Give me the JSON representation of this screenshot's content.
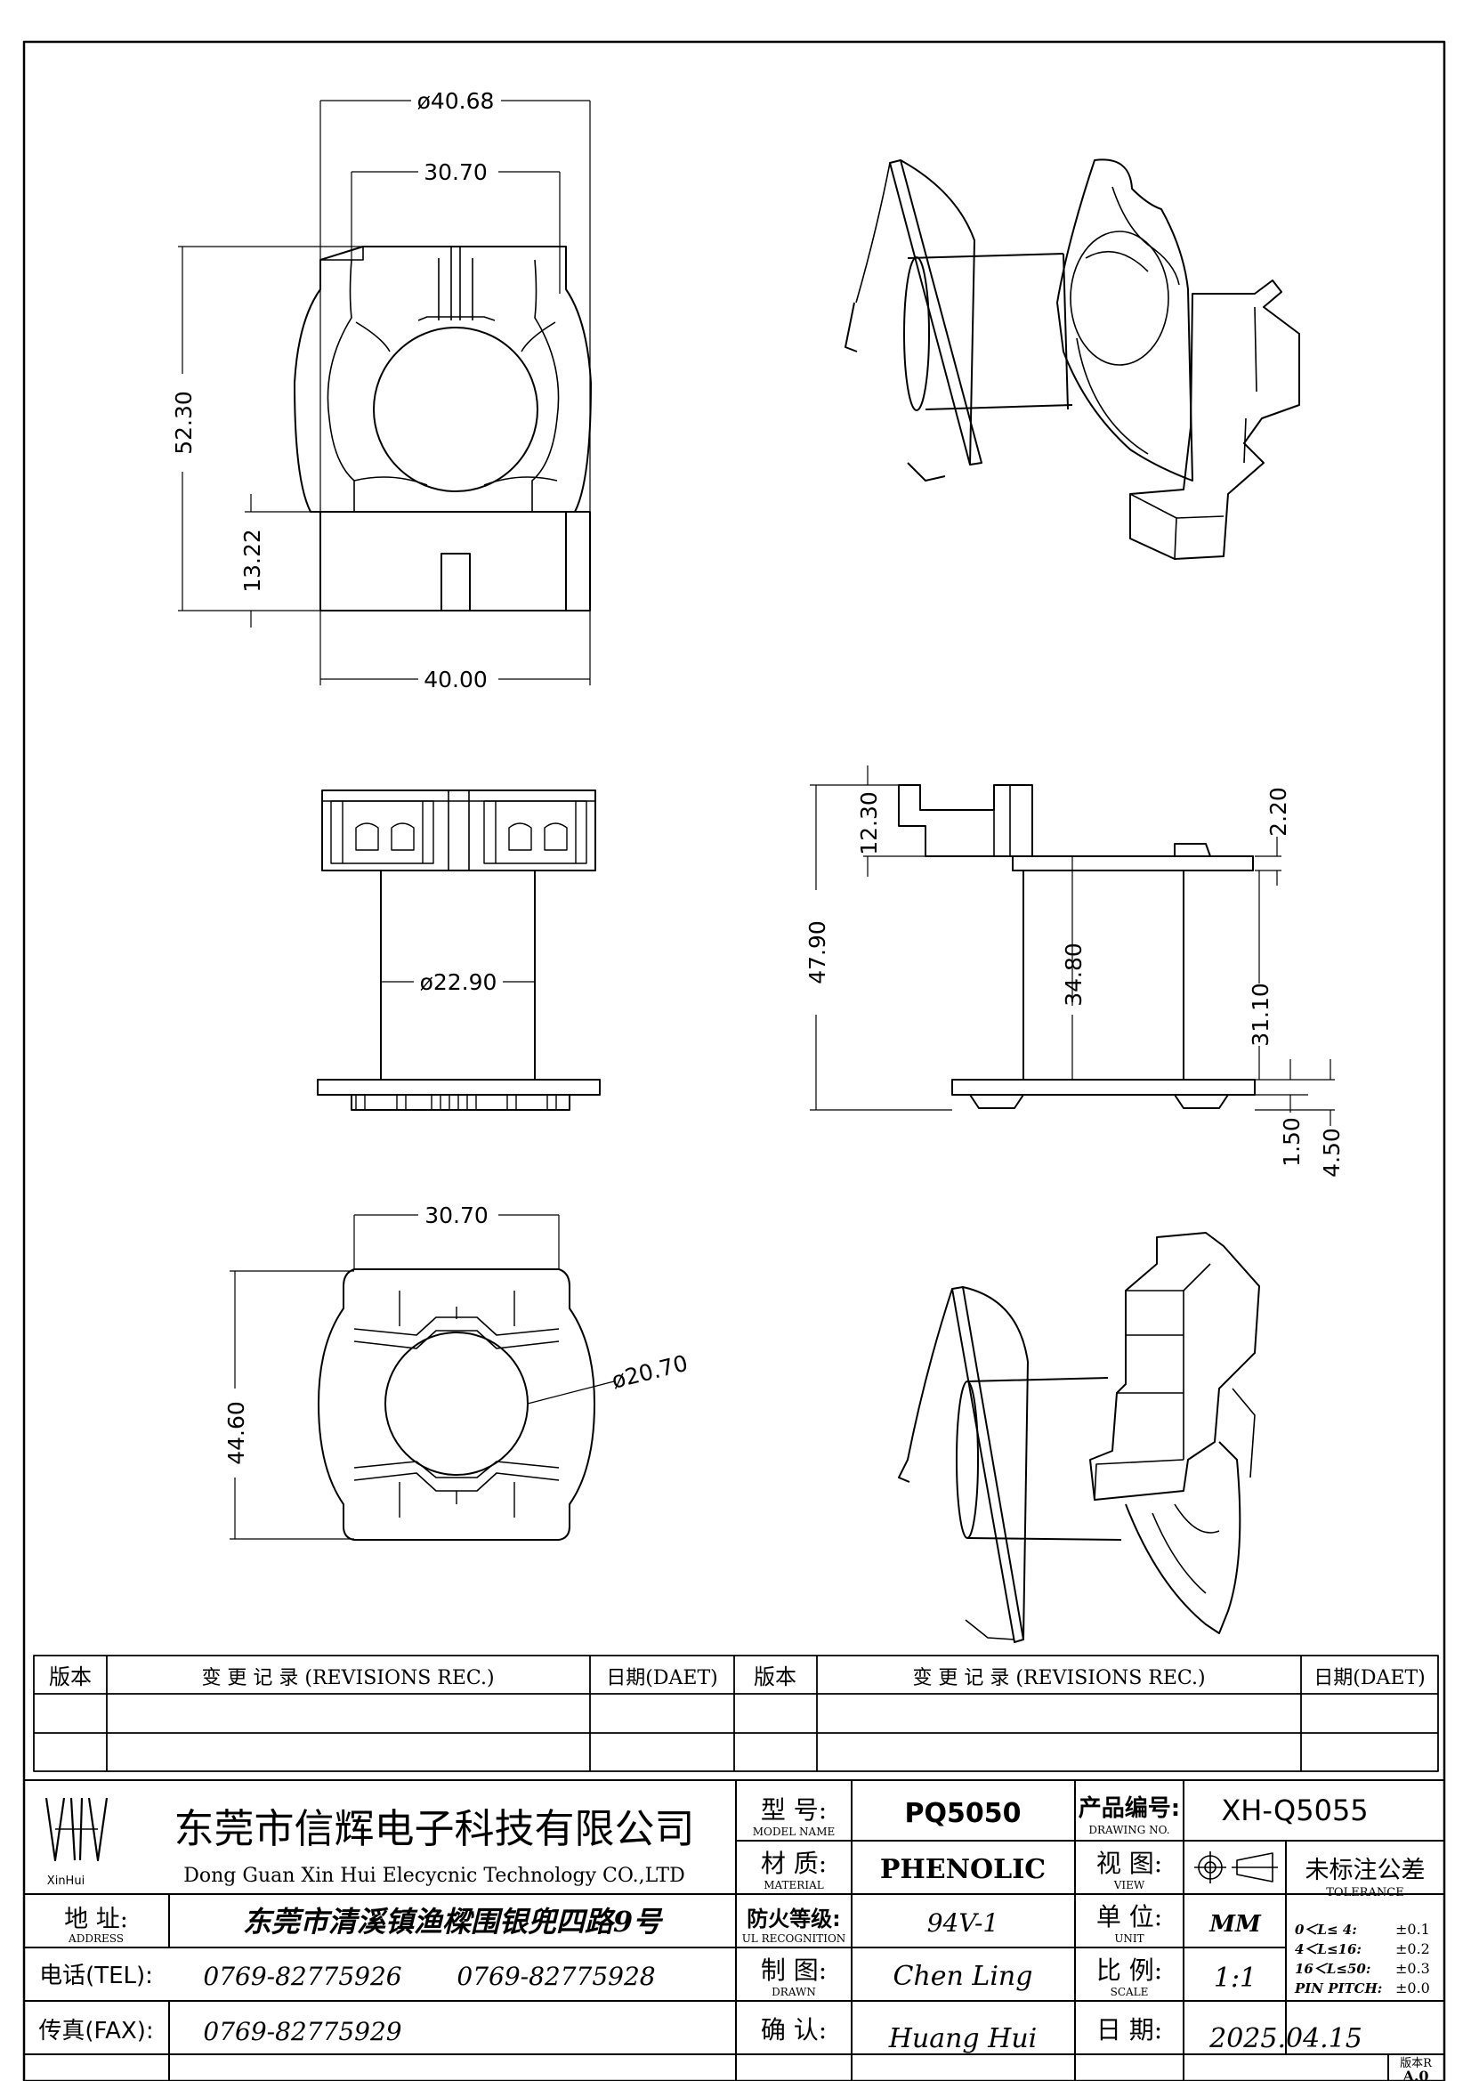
{
  "dimensions": {
    "top_outer_dia": "ø40.68",
    "top_inner_width": "30.70",
    "top_height": "52.30",
    "top_base_height": "13.22",
    "top_base_width": "40.00",
    "front_core_dia": "ø22.90",
    "side_flange_height": "12.30",
    "side_total_height": "47.90",
    "side_winding": "34.80",
    "side_window": "31.10",
    "side_lip": "2.20",
    "side_flange_thk": "1.50",
    "side_pin": "4.50",
    "bottom_width": "30.70",
    "bottom_height": "44.60",
    "bottom_inner_dia": "ø20.70"
  },
  "revisions": {
    "version_header": "版本",
    "record_header": "变 更 记 录  (REVISIONS REC.)",
    "date_header": "日期(DAET)"
  },
  "company": {
    "logo_text": "XinHui",
    "name_cn": "东莞市信辉电子科技有限公司",
    "name_en": "Dong Guan Xin Hui Elecycnic Technology CO.,LTD",
    "address_label": "地 址:",
    "address_label_en": "ADDRESS",
    "address": "东莞市清溪镇渔樑围银兜四路9号",
    "tel_label": "电话(TEL):",
    "tel1": "0769-82775926",
    "tel2": "0769-82775928",
    "fax_label": "传真(FAX):",
    "fax": "0769-82775929"
  },
  "fields": {
    "model_label": "型 号:",
    "model_label_en": "MODEL NAME",
    "model": "PQ5050",
    "material_label": "材 质:",
    "material_label_en": "MATERIAL",
    "material": "PHENOLIC",
    "fire_label": "防火等级:",
    "fire_label_en": "UL RECOGNITION",
    "fire": "94V-1",
    "drawn_label": "制 图:",
    "drawn_label_en": "DRAWN",
    "drawn": "Chen Ling",
    "check_label": "确 认:",
    "check": "Huang Hui",
    "drawing_no_label": "产品编号:",
    "drawing_no_label_en": "DRAWING NO.",
    "drawing_no": "XH-Q5055",
    "view_label": "视 图:",
    "view_label_en": "VIEW",
    "unit_label": "单 位:",
    "unit_label_en": "UNIT",
    "unit": "MM",
    "scale_label": "比 例:",
    "scale_label_en": "SCALE",
    "scale": "1:1",
    "date_label": "日 期:",
    "date": "2025.04.15",
    "version_label": "版本R",
    "version": "A.0"
  },
  "tolerance": {
    "title": "未标注公差",
    "title_en": "TOLERANCE",
    "rows": [
      {
        "range": "0＜L≤ 4:",
        "value": "±0.1"
      },
      {
        "range": "4＜L≤16:",
        "value": "±0.2"
      },
      {
        "range": "16＜L≤50:",
        "value": "±0.3"
      },
      {
        "range": "PIN PITCH:",
        "value": "±0.0"
      }
    ]
  }
}
